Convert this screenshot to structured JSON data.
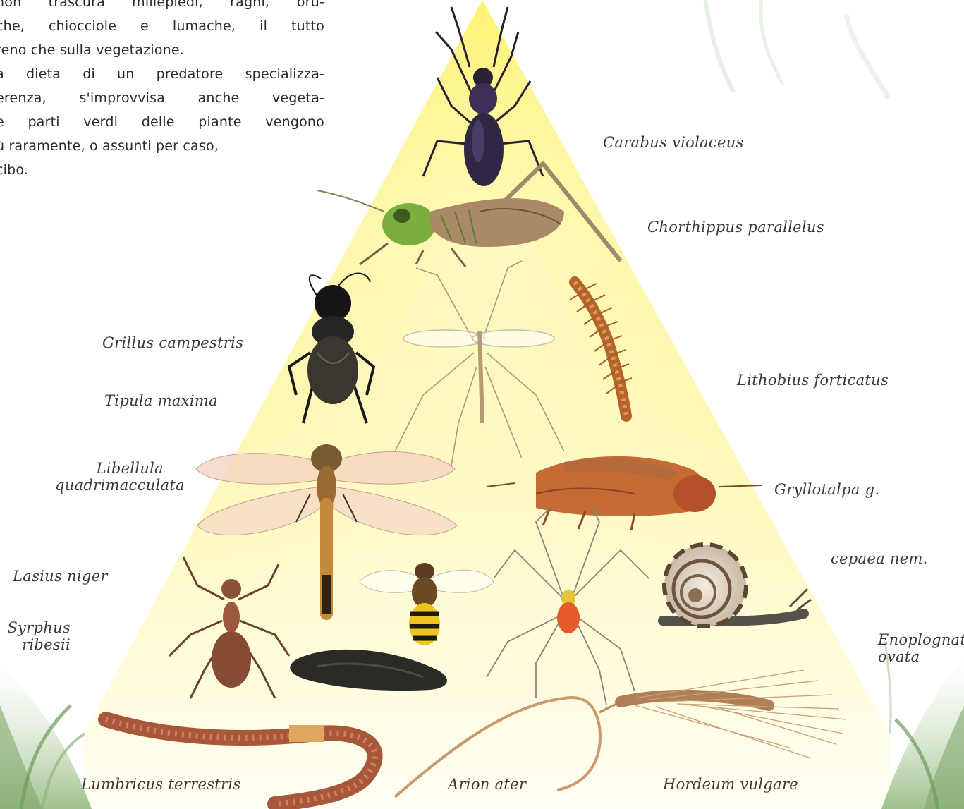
{
  "intro_lines": [
    "non trascura millepiedi, ragni, bru-",
    "che, chiocciole e lumache, il tutto",
    "reno che sulla vegetazione.",
    "a dieta di un predatore specializza-",
    "erenza, s'improvvisa anche vegeta-",
    " e parti verdi delle piante vengono",
    "ù raramente, o assunti per caso,",
    "cibo."
  ],
  "labels": {
    "carabus": "Carabus violaceus",
    "chorthippus": "Chorthippus parallelus",
    "grillus": "Grillus campestris",
    "tipula": "Tipula maxima",
    "lithobius": "Lithobius forticatus",
    "libellula": [
      "Libellula",
      "quadrimacculata"
    ],
    "gryllotalpa": "Gryllotalpa g.",
    "cepaea": "cepaea nem.",
    "lasius": "Lasius niger",
    "syrphus": [
      "Syrphus",
      "ribesii"
    ],
    "enoplognata": [
      "Enoplognata",
      "ovata"
    ],
    "lumbricus": "Lumbricus terrestris",
    "arion": "Arion ater",
    "hordeum": "Hordeum vulgare"
  },
  "colors": {
    "pyramid_top": "#fdf24a",
    "pyramid_bottom": "#fffde8",
    "text": "#2a2a2a",
    "label": "#3e3a35"
  }
}
